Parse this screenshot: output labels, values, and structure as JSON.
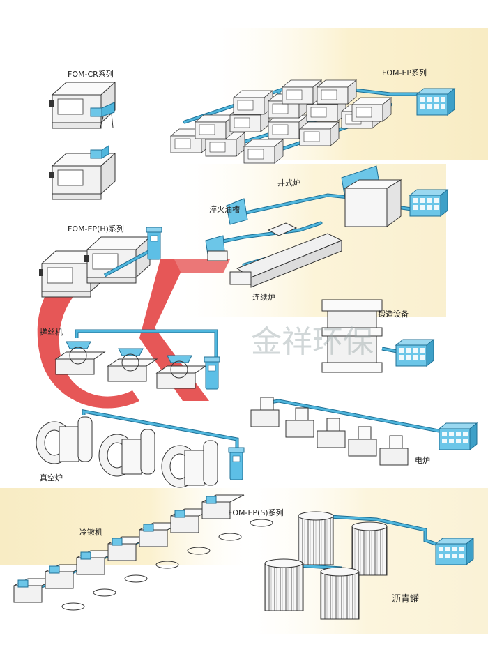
{
  "labels": {
    "fom_cr": "FOM-CR系列",
    "fom_ep": "FOM-EP系列",
    "shaft_furnace": "井式炉",
    "quench_tank": "淬火油槽",
    "fom_eph": "FOM-EP(H)系列",
    "continuous_furnace": "连续炉",
    "forging": "锻造设备",
    "thread_rolling": "搓丝机",
    "electric_furnace": "电炉",
    "vacuum_furnace": "真空炉",
    "fom_eps": "FOM-EP(S)系列",
    "cold_heading": "冷镦机",
    "asphalt_tank": "沥青罐"
  },
  "watermark": "金祥环保",
  "colors": {
    "duct": "#4fb6dd",
    "duct_stroke": "#1e6f94",
    "unit_fill": "#6cc6e8",
    "machine_fill": "#f4f4f4",
    "machine_stroke": "#333333",
    "bg_band": "#fdf6dc",
    "logo_red": "#e23a3a"
  }
}
